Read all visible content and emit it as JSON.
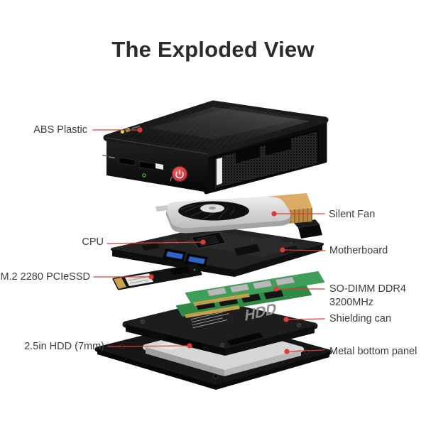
{
  "title": "The Exploded View",
  "colors": {
    "accent": "#e03a3a",
    "title_text": "#2b2b2b",
    "label_text": "#3c3c3c",
    "power_button": "#d63b41",
    "heatsink_copper": "#dcab66",
    "ram_green": "#3f9e57",
    "hdd_silver": "#d6d6d6",
    "case_black": "#141414"
  },
  "callouts": {
    "abs_plastic": {
      "text": "ABS Plastic"
    },
    "cpu": {
      "text": "CPU"
    },
    "m2_ssd": {
      "text": "M.2 2280 PCIeSSD"
    },
    "hdd_25": {
      "text": "2.5in HDD (7mm)"
    },
    "silent_fan": {
      "text": "Silent Fan"
    },
    "motherboard": {
      "text": "Motherboard"
    },
    "so_dimm": {
      "text": "SO-DIMM DDR4",
      "text2": "3200MHz"
    },
    "shielding_can": {
      "text": "Shielding can"
    },
    "bottom_panel": {
      "text": "Metal bottom panel"
    }
  },
  "device": {
    "shield_marking": "HDD"
  }
}
